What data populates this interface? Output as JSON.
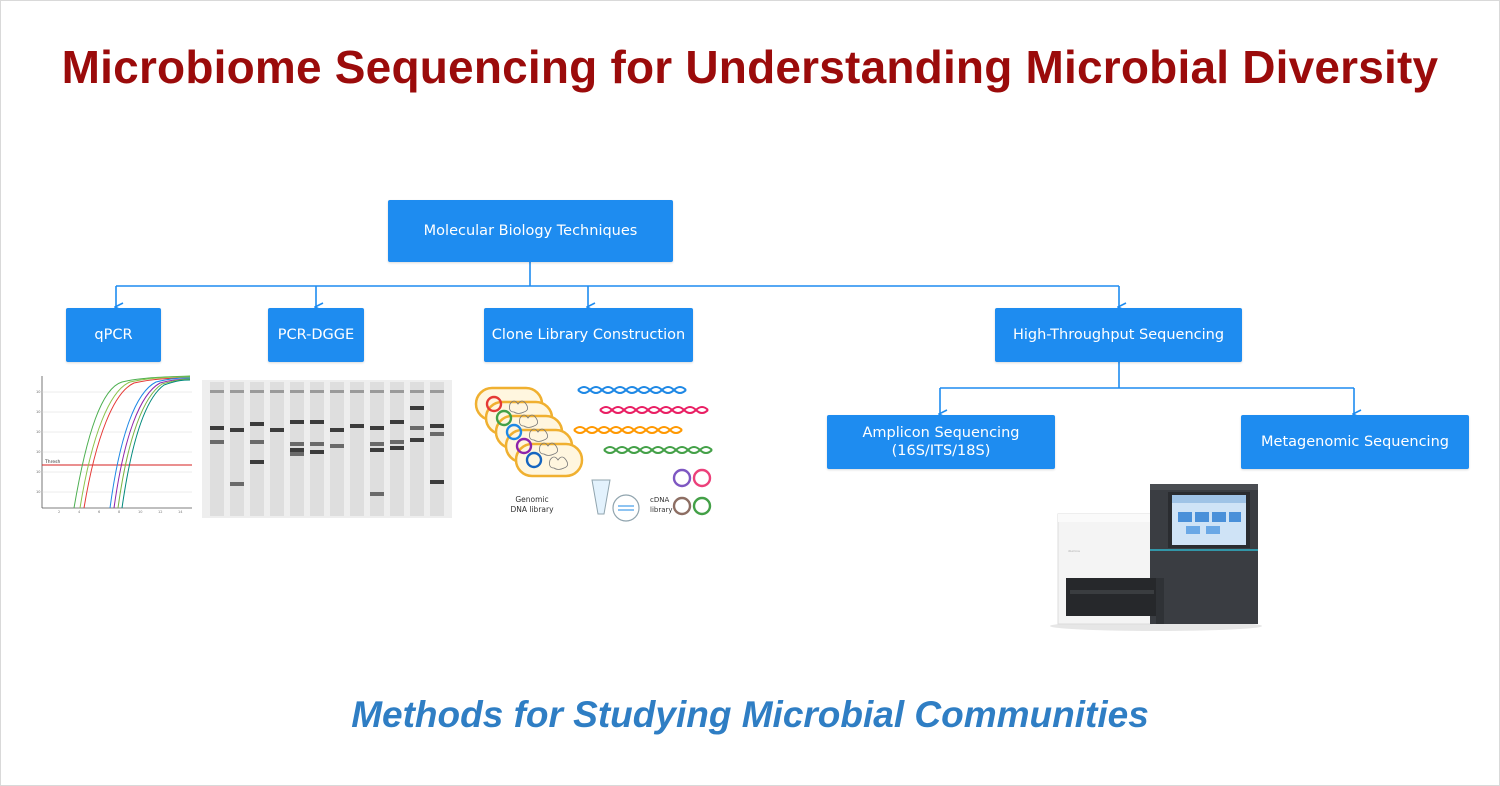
{
  "title": "Microbiome Sequencing for Understanding Microbial Diversity",
  "subtitle": "Methods for Studying Microbial Communities",
  "colors": {
    "title": "#9b0b0b",
    "subtitle": "#2f7ec4",
    "node_fill": "#1e8cf0",
    "connector": "#1e8cf0"
  },
  "nodes": {
    "root": "Molecular Biology Techniques",
    "qpcr": "qPCR",
    "pcr_dgge": "PCR-DGGE",
    "clone_library": "Clone Library Construction",
    "hts": "High-Throughput Sequencing",
    "amplicon": "Amplicon Sequencing\n(16S/ITS/18S)",
    "metagenomic": "Metagenomic Sequencing"
  },
  "illustrations": {
    "qpcr_plot": {
      "icon": "amplification-curve-plot",
      "threshold_label": "Thresh"
    },
    "dgge_gel": {
      "icon": "dgge-gel-image"
    },
    "clone_library": {
      "icon": "clone-library-diagram",
      "genomic_label": "Genomic\nDNA library",
      "cdna_label": "cDNA\nlibrary"
    },
    "sequencer": {
      "icon": "sequencer-instrument"
    }
  }
}
